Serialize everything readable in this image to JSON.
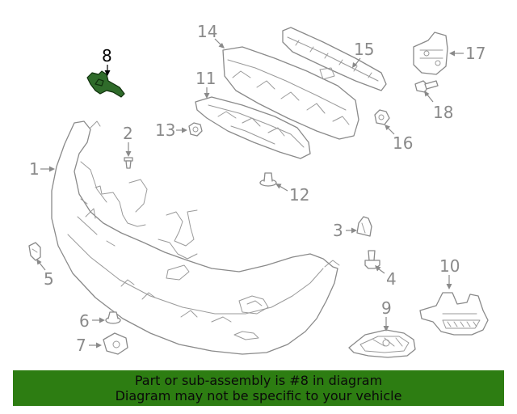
{
  "diagram": {
    "highlight_color": "#2f6b2a",
    "line_color": "#8a8a8a",
    "callouts": {
      "c1": "1",
      "c2": "2",
      "c3": "3",
      "c4": "4",
      "c5": "5",
      "c6": "6",
      "c7": "7",
      "c8": "8",
      "c9": "9",
      "c10": "10",
      "c11": "11",
      "c12": "12",
      "c13": "13",
      "c14": "14",
      "c15": "15",
      "c16": "16",
      "c17": "17",
      "c18": "18"
    }
  },
  "banner": {
    "background": "#2d7d12",
    "line1": "Part or sub-assembly is #8 in diagram",
    "line2": "Diagram may not be specific to your vehicle"
  }
}
